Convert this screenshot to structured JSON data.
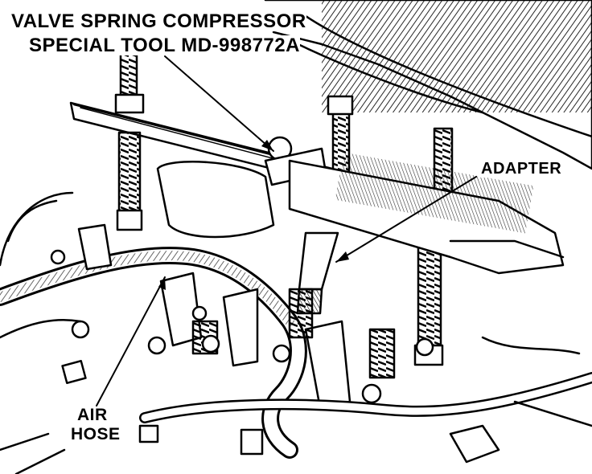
{
  "labels": {
    "tool_line1": "VALVE SPRING COMPRESSOR",
    "tool_line2": "SPECIAL TOOL MD-998772A",
    "adapter": "ADAPTER",
    "air_line1": "AIR",
    "air_line2": "HOSE"
  },
  "colors": {
    "ink": "#000000",
    "paper": "#ffffff"
  }
}
